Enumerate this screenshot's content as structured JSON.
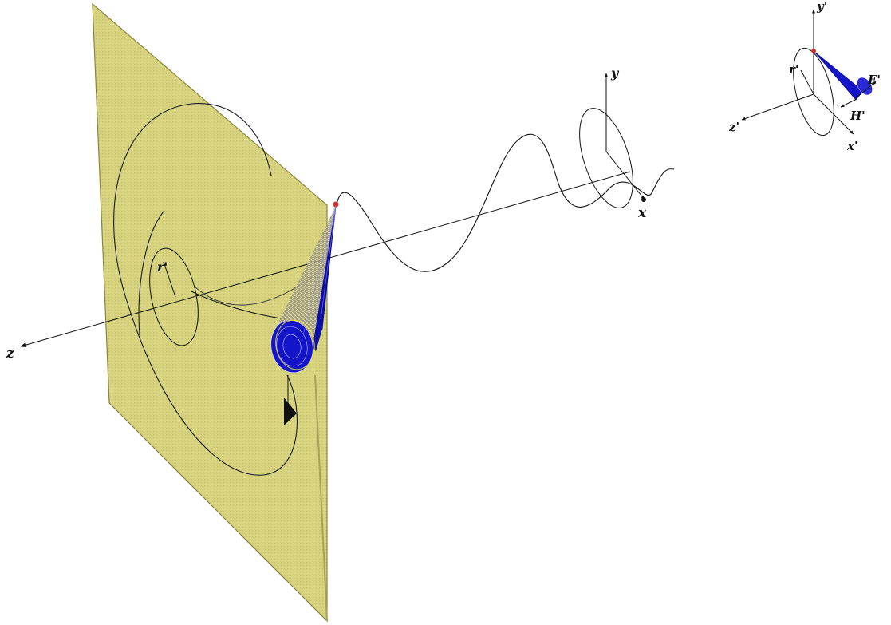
{
  "diagram": {
    "main_labels": {
      "z_axis": "z",
      "y_axis": "y",
      "x_axis": "x",
      "radius": "r'"
    },
    "inset_labels": {
      "y_axis": "y'",
      "z_axis": "z'",
      "x_axis": "x'",
      "radius": "r'",
      "e_field": "E'",
      "h_field": "H'"
    },
    "colors": {
      "screen_fill": "#d4d07a",
      "screen_edge": "#8a8540",
      "cone_blue": "#1414c8",
      "cone_dark": "#050580",
      "lines": "#111111",
      "particle": "#c83a3a"
    }
  }
}
